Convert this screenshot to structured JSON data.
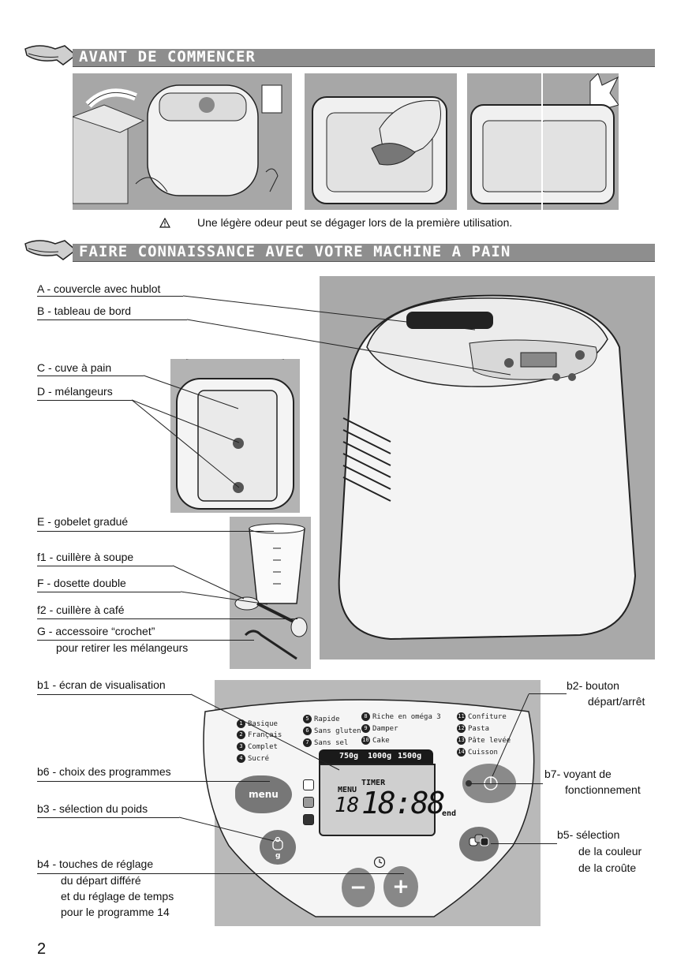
{
  "sections": {
    "before_start": "AVANT DE COMMENCER",
    "get_to_know": "FAIRE CONNAISSANCE AVEC VOTRE MACHINE A PAIN"
  },
  "note": {
    "icon": "warning-triangle-icon",
    "text": "Une légère odeur peut se dégager lors de la première utilisation."
  },
  "parts": {
    "A": "A - couvercle avec hublot",
    "B": "B - tableau de bord",
    "C": "C - cuve à pain",
    "D": "D - mélangeurs",
    "E": "E - gobelet gradué",
    "f1": "f1  - cuillère à soupe",
    "F": "F - dosette double",
    "f2": "f2 - cuillère à café",
    "G_1": "G - accessoire “crochet”",
    "G_2": "pour retirer les mélangeurs"
  },
  "panel_labels": {
    "b1": "b1 - écran de visualisation",
    "b2_1": "b2- bouton",
    "b2_2": "départ/arrêt",
    "b6": "b6 - choix des programmes",
    "b7_1": "b7- voyant de",
    "b7_2": "fonctionnement",
    "b3": "b3 - sélection du poids",
    "b5_1": "b5- sélection",
    "b5_2": "de la couleur",
    "b5_3": "de la croûte",
    "b4_1": "b4 - touches de réglage",
    "b4_2": "du départ différé",
    "b4_3": "et du  réglage de temps",
    "b4_4": "pour le programme 14"
  },
  "programs": [
    {
      "n": "1",
      "name": "Basique"
    },
    {
      "n": "2",
      "name": "Français"
    },
    {
      "n": "3",
      "name": "Complet"
    },
    {
      "n": "4",
      "name": "Sucré"
    },
    {
      "n": "5",
      "name": "Rapide"
    },
    {
      "n": "6",
      "name": "Sans gluten"
    },
    {
      "n": "7",
      "name": "Sans sel"
    },
    {
      "n": "8",
      "name": "Riche en oméga 3"
    },
    {
      "n": "9",
      "name": "Damper"
    },
    {
      "n": "10",
      "name": "Cake"
    },
    {
      "n": "11",
      "name": "Confiture"
    },
    {
      "n": "12",
      "name": "Pasta"
    },
    {
      "n": "13",
      "name": "Pâte levée"
    },
    {
      "n": "14",
      "name": "Cuisson"
    }
  ],
  "lcd": {
    "weights": [
      "750g",
      "1000g",
      "1500g"
    ],
    "menu": "MENU",
    "timer": "TIMER",
    "prog_digits": "18",
    "time_digits": "18:88",
    "end": "end"
  },
  "buttons": {
    "menu": "menu",
    "weight": "g",
    "minus": "−",
    "plus": "+"
  },
  "page_number": "2"
}
